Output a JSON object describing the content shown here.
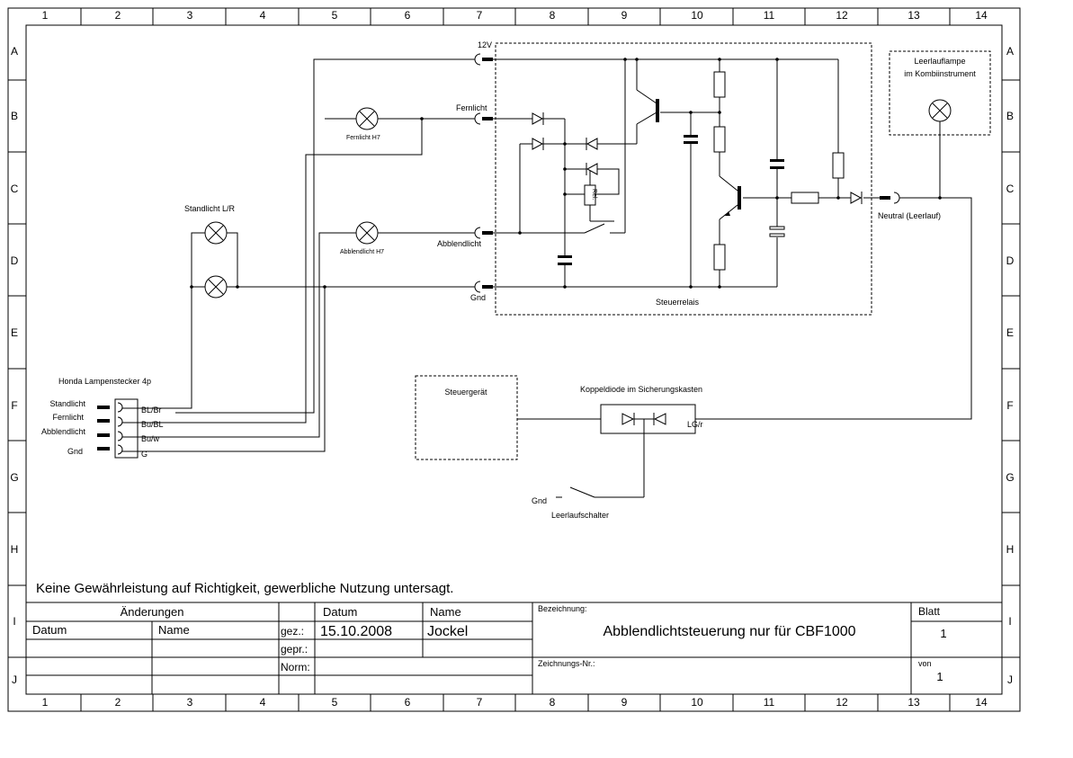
{
  "frame": {
    "columns": [
      "1",
      "2",
      "3",
      "4",
      "5",
      "6",
      "7",
      "8",
      "9",
      "10",
      "11",
      "12",
      "13",
      "14"
    ],
    "rows": [
      "A",
      "B",
      "C",
      "D",
      "E",
      "F",
      "G",
      "H",
      "I",
      "J"
    ]
  },
  "relay": {
    "supply": "12V",
    "high_beam": "Fernlicht",
    "low_beam": "Abblendlicht",
    "ground": "Gnd",
    "title": "Steuerrelais",
    "relay_label": "Rel."
  },
  "lamps": {
    "high_beam": "Fernlicht H7",
    "low_beam": "Abblendlicht H7",
    "parking": "Standlicht L/R",
    "neutral_lamp_line1": "Leerlauflampe",
    "neutral_lamp_line2": "im Kombiinstrument",
    "neutral_connector": "Neutral (Leerlauf)"
  },
  "connector": {
    "title": "Honda Lampenstecker 4p",
    "pins": [
      "Standlicht",
      "Fernlicht",
      "Abblendlicht",
      "Gnd"
    ],
    "wires": [
      "BL/Br",
      "Bu/BL",
      "Bu/w",
      "G"
    ]
  },
  "lower": {
    "control_unit": "Steuergerät",
    "coupling_diode": "Koppeldiode im Sicherungskasten",
    "wire_color": "LG/r",
    "ground": "Gnd",
    "switch": "Leerlaufschalter"
  },
  "disclaimer": "Keine Gewährleistung auf Richtigkeit, gewerbliche Nutzung untersagt.",
  "title_block": {
    "changes": "Änderungen",
    "datum_header": "Datum",
    "name_header": "Name",
    "datum": "Datum",
    "name": "Name",
    "gez": "gez.:",
    "gepr": "gepr.:",
    "norm": "Norm:",
    "date_value": "15.10.2008",
    "author": "Jockel",
    "bezeichnung_label": "Bezeichnung:",
    "bezeichnung": "Abblendlichtsteuerung  nur für CBF1000",
    "drawing_no_label": "Zeichnungs-Nr.:",
    "blatt_label": "Blatt",
    "blatt": "1",
    "von_label": "von",
    "von": "1"
  }
}
